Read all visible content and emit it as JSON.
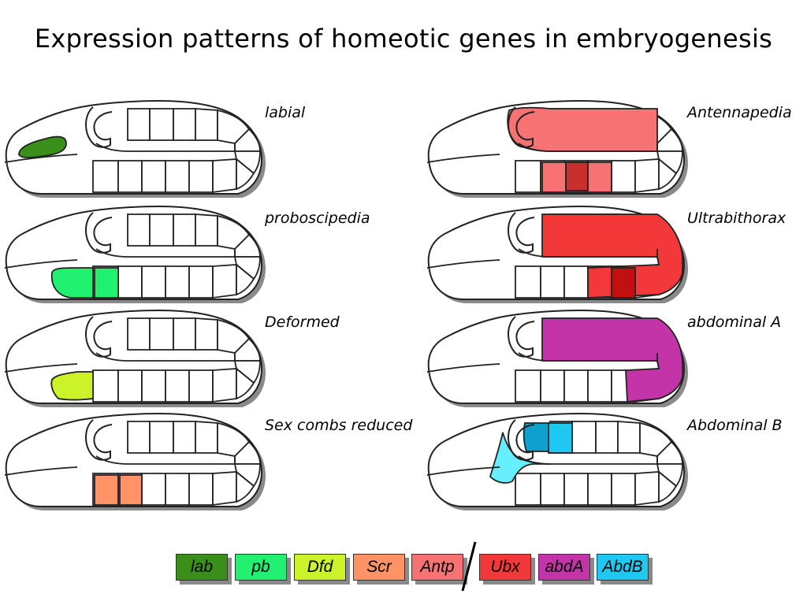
{
  "title": "Expression patterns of homeotic genes in embryogenesis",
  "genes": [
    {
      "id": "labial",
      "label": "labial",
      "legend": "lab",
      "color": "#3a8f1a",
      "text_color": "#000000"
    },
    {
      "id": "proboscipedia",
      "label": "proboscipedia",
      "legend": "pb",
      "color": "#22f070",
      "text_color": "#000000"
    },
    {
      "id": "deformed",
      "label": "Deformed",
      "legend": "Dfd",
      "color": "#ccf22a",
      "text_color": "#000000"
    },
    {
      "id": "sex-combs-reduced",
      "label": "Sex combs reduced",
      "legend": "Scr",
      "color": "#ff9366",
      "text_color": "#000000"
    },
    {
      "id": "antennapedia",
      "label": "Antennapedia",
      "legend": "Antp",
      "color": "#f77373",
      "dark_color": "#c83030",
      "text_color": "#000000"
    },
    {
      "id": "ultrabithorax",
      "label": "Ultrabithorax",
      "legend": "Ubx",
      "color": "#f23838",
      "dark_color": "#c01010",
      "text_color": "#000000"
    },
    {
      "id": "abdominal-a",
      "label": "abdominal A",
      "legend": "abdA",
      "color": "#c234a8",
      "text_color": "#000000"
    },
    {
      "id": "abdominal-b",
      "label": "Abdominal B",
      "legend": "AbdB",
      "color": "#1ec8f0",
      "dark_color": "#0ea0d0",
      "light_color": "#66f0ff",
      "text_color": "#000000"
    }
  ]
}
